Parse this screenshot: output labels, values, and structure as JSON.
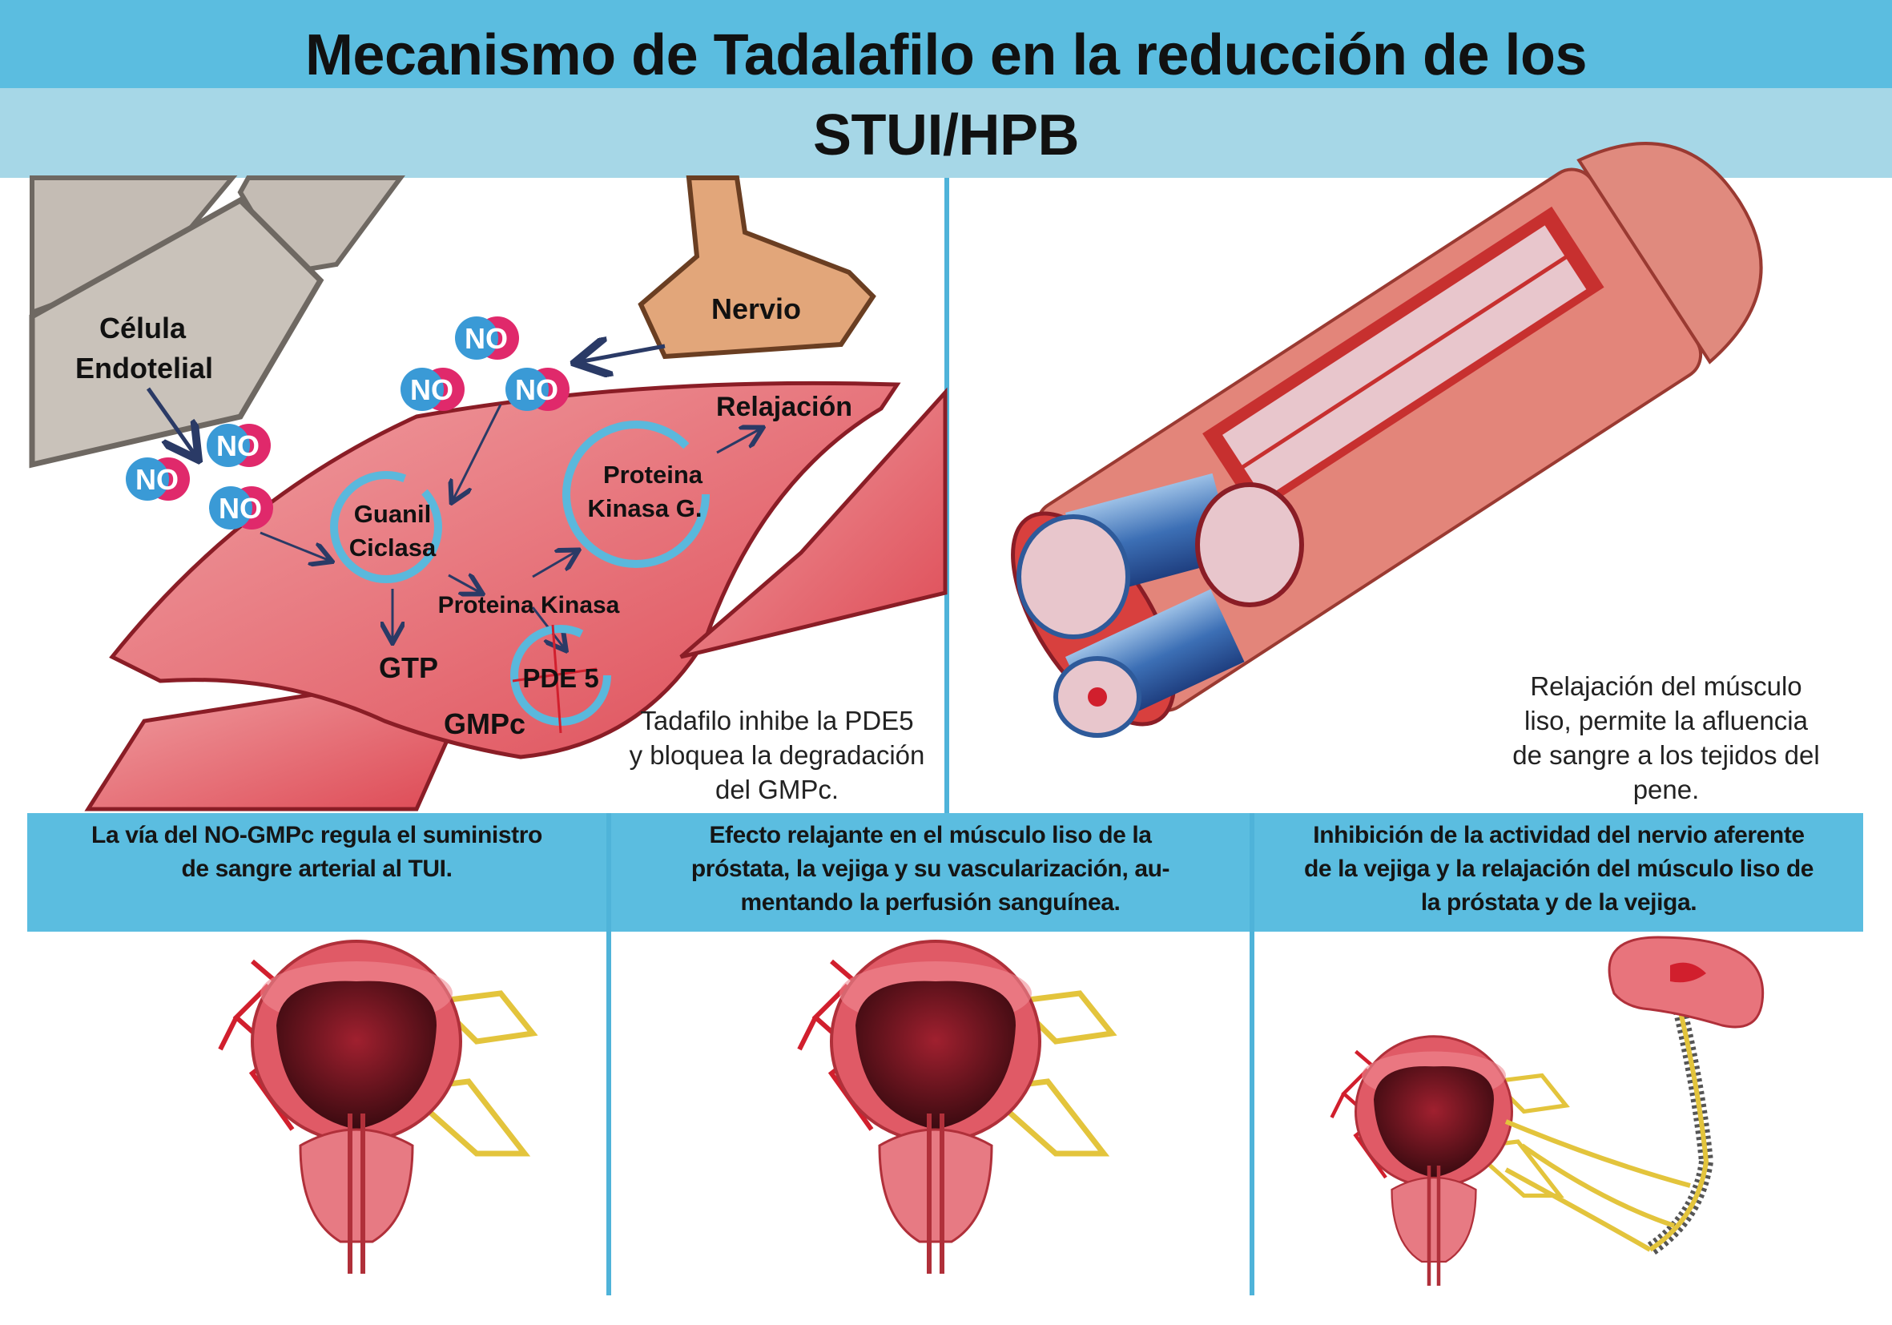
{
  "title": {
    "line1": "Mecanismo de Tadalafilo en la reducción de los",
    "line2": "STUI/HPB"
  },
  "mechanism": {
    "endothelial_cell": [
      "Célula",
      "Endotelial"
    ],
    "nerve": "Nervio",
    "no_label": "NO",
    "relaxation": "Relajación",
    "guanylate_cyclase": [
      "Guanil",
      "Ciclasa"
    ],
    "protein_kinase_g": [
      "Proteina",
      "Kinasa G."
    ],
    "protein_kinase": "Proteina Kinasa",
    "gtp": "GTP",
    "pde5": "PDE 5",
    "gmpc": "GMPc",
    "caption": [
      "Tadafilo inhibe la PDE5",
      "y bloquea la degradación",
      "del GMPc."
    ]
  },
  "penis_panel": {
    "caption": [
      "Relajación del músculo",
      "liso, permite la afluencia",
      "de sangre a los tejidos del",
      "pene."
    ]
  },
  "effects": [
    {
      "lines": [
        "La vía del NO-GMPc regula el suministro",
        "de sangre arterial al TUI."
      ]
    },
    {
      "lines": [
        "Efecto relajante en el músculo liso de la",
        "próstata, la vejiga y su vascularización, au-",
        "mentando la perfusión sanguínea."
      ]
    },
    {
      "lines": [
        "Inhibición de la actividad del nervio aferente",
        "de la vejiga y la relajación del músculo liso de",
        "la próstata y de la vejiga."
      ]
    }
  ],
  "colors": {
    "blue_band": "#5bbde0",
    "light_band": "#a6d7e7",
    "muscle": "#e5626a",
    "ring": "#5ab8dc",
    "no_blue": "#3a9ad6",
    "no_pink": "#e0296b"
  }
}
